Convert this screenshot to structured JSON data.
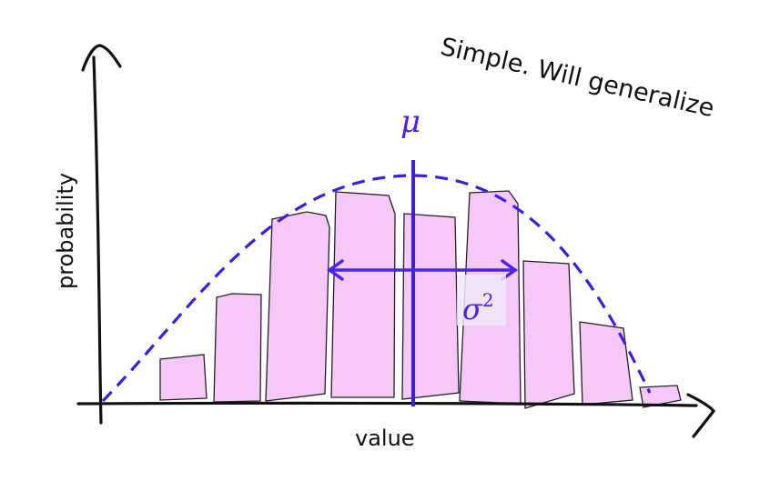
{
  "caption": "Simple. Will generalize",
  "axes": {
    "x_label": "value",
    "y_label": "probability"
  },
  "mean_symbol": "μ",
  "variance_symbol": "σ",
  "variance_exponent": "2",
  "colors": {
    "bars_fill": "#f5c8f8",
    "curve": "#3b1fe0",
    "ink": "#111111"
  }
}
